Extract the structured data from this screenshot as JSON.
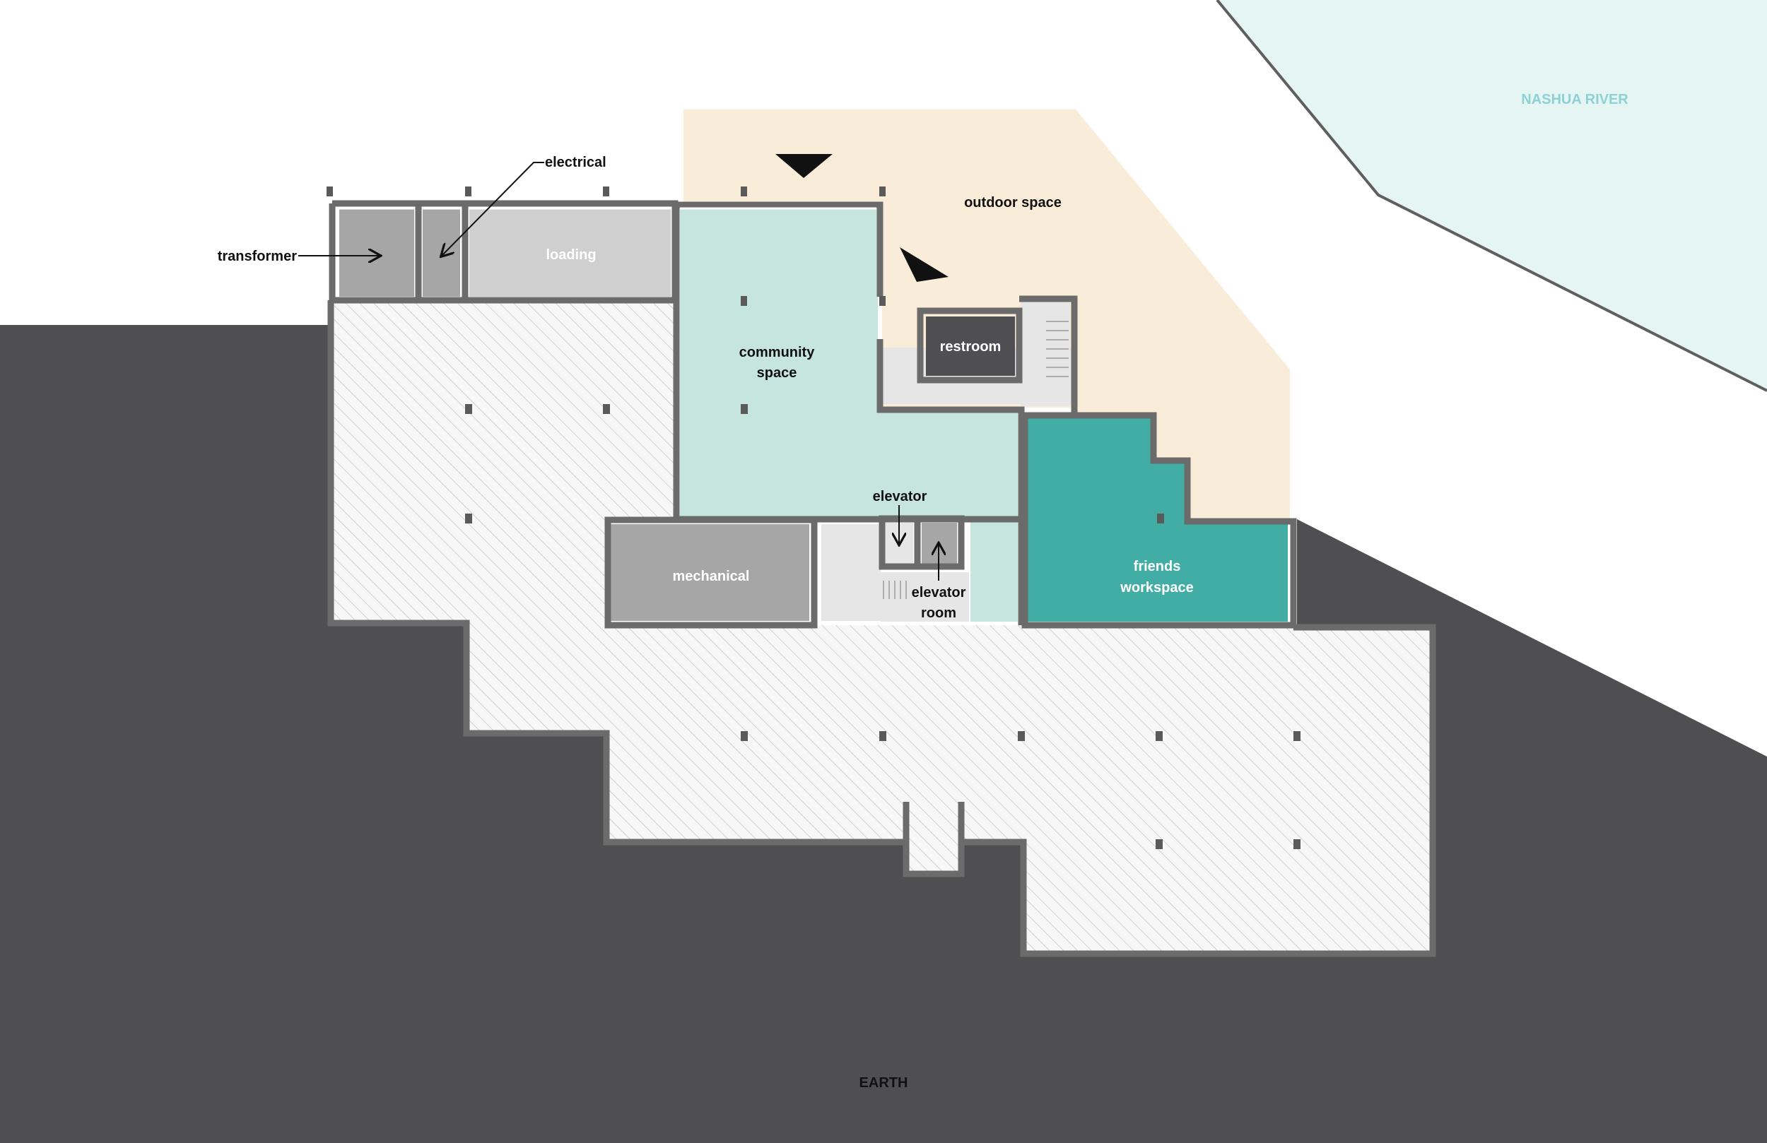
{
  "labels": {
    "nashua_river": "NASHUA RIVER",
    "outdoor_space": "outdoor space",
    "electrical": "electrical",
    "transformer": "transformer",
    "loading": "loading",
    "community_space_1": "community",
    "community_space_2": "space",
    "restroom": "restroom",
    "elevator": "elevator",
    "elevator_room_1": "elevator",
    "elevator_room_2": "room",
    "mechanical": "mechanical",
    "friends_workspace_1": "friends",
    "friends_workspace_2": "workspace",
    "earth": "EARTH"
  },
  "colors": {
    "earth": "#4f4f51",
    "river": "#e5f5f4",
    "river_edge": "#5f5f5f",
    "outdoor": "#f9ecd8",
    "community": "#c5e5de",
    "workspace": "#42ada4",
    "mechanical": "#a6a6a6",
    "loading": "#cfcfcf",
    "transformer": "#a6a6a6",
    "restroom": "#4f4f51",
    "circulation": "#e6e6e6",
    "hatch_bg": "#f7f7f7",
    "hatch_line": "#c9c9c9",
    "walls": "#6b6b6b",
    "entry_marker": "#111111"
  },
  "icons": {
    "entry_marker_top": "triangle-down-icon",
    "entry_marker_side": "triangle-icon",
    "elevator_arrow_down": "arrow-down-icon",
    "elevator_arrow_up": "arrow-up-icon",
    "leader_arrow": "arrow-icon"
  }
}
